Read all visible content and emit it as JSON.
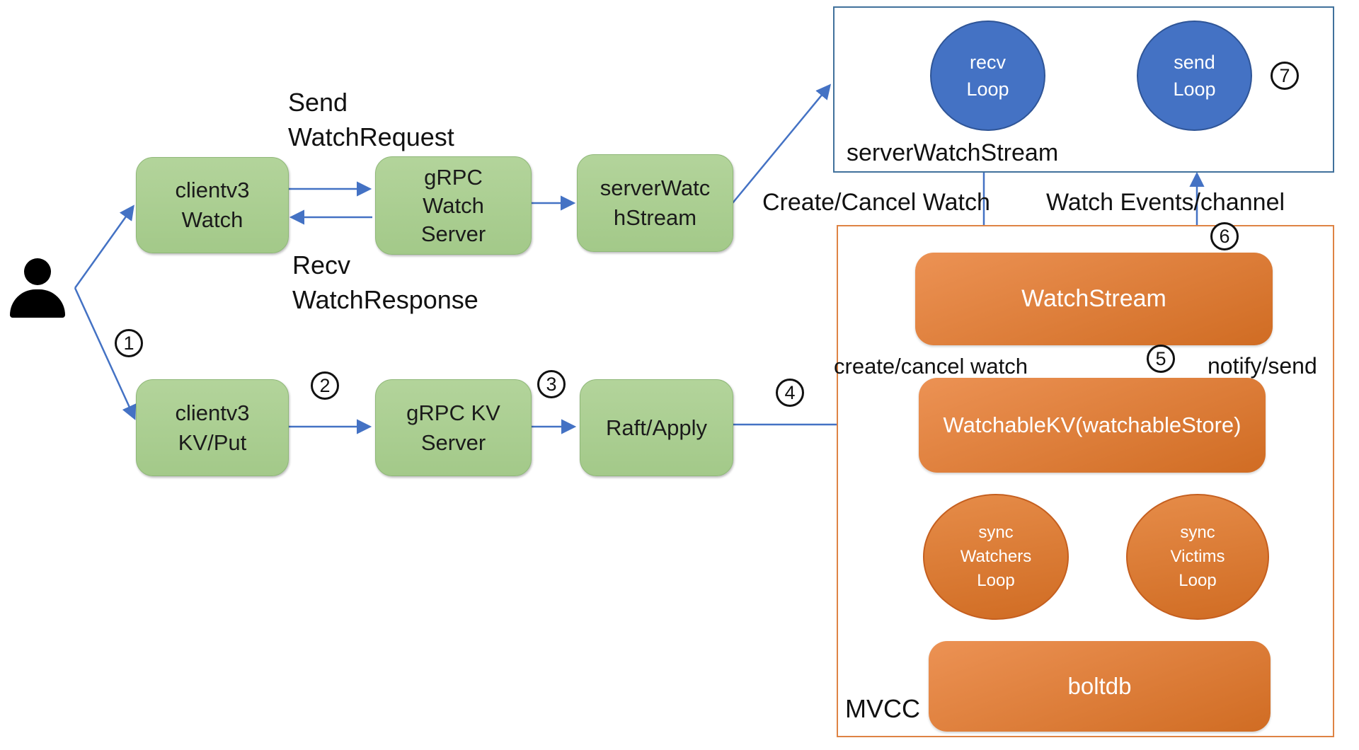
{
  "diagram": {
    "person": {
      "name": "user"
    },
    "green_nodes": {
      "clientv3_watch": {
        "lines": [
          "clientv3",
          "Watch"
        ]
      },
      "grpc_watch_server": {
        "lines": [
          "gRPC",
          "Watch",
          "Server"
        ]
      },
      "server_watch_stream": {
        "lines": [
          "serverWatc",
          "hStream"
        ]
      },
      "clientv3_kv_put": {
        "lines": [
          "clientv3",
          "KV/Put"
        ]
      },
      "grpc_kv_server": {
        "lines": [
          "gRPC KV",
          "Server"
        ]
      },
      "raft_apply": {
        "lines": [
          "Raft/Apply"
        ]
      }
    },
    "server_watch_stream_container": {
      "label": "serverWatchStream",
      "recv_loop": {
        "lines": [
          "recv",
          "Loop"
        ]
      },
      "send_loop": {
        "lines": [
          "send",
          "Loop"
        ]
      }
    },
    "mvcc_container": {
      "label": "MVCC",
      "watch_stream": "WatchStream",
      "watchable_kv": "WatchableKV(watchableStore)",
      "boltdb": "boltdb",
      "sync_watchers_loop": {
        "lines": [
          "sync",
          "Watchers",
          "Loop"
        ]
      },
      "sync_victims_loop": {
        "lines": [
          "sync",
          "Victims",
          "Loop"
        ]
      }
    },
    "flow_labels": {
      "send_watchrequest": {
        "lines": [
          "Send",
          "WatchRequest"
        ]
      },
      "recv_watchresponse": {
        "lines": [
          "Recv",
          "WatchResponse"
        ]
      },
      "create_cancel_watch_upper": "Create/Cancel Watch",
      "watch_events_channel": "Watch Events/channel",
      "create_cancel_watch_lower": "create/cancel watch",
      "notify_send": "notify/send"
    },
    "steps": [
      "1",
      "2",
      "3",
      "4",
      "5",
      "6",
      "7"
    ],
    "colors": {
      "green_node_fill": "#A8CD8E",
      "green_node_border": "#8FB878",
      "blue_ellipse_fill": "#4472C4",
      "blue_ellipse_border": "#2F5597",
      "blue_container_border": "#41719C",
      "orange_container_border": "#DE8344",
      "orange_shape_top": "#EC9254",
      "orange_shape_bottom": "#D06C23",
      "orange_ellipse_border": "#C55F1F",
      "arrow": "#4472C4",
      "text": "#111111"
    }
  }
}
